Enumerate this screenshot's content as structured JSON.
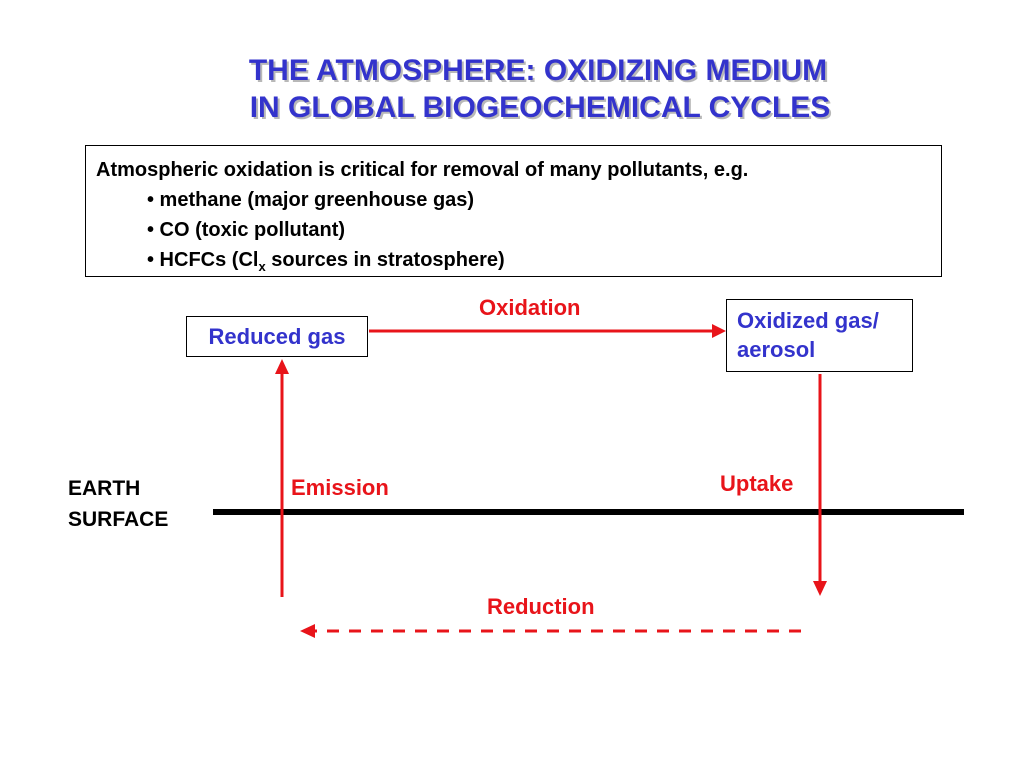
{
  "title": {
    "line1": "THE ATMOSPHERE: OXIDIZING MEDIUM",
    "line2": "IN GLOBAL BIOGEOCHEMICAL CYCLES"
  },
  "info": {
    "intro": "Atmospheric oxidation is critical for removal of many pollutants, e.g.",
    "bullets": [
      "• methane (major greenhouse gas)",
      "• CO (toxic pollutant)"
    ],
    "bullet3_prefix": "• HCFCs (Cl",
    "bullet3_sub": "x",
    "bullet3_suffix": " sources in stratosphere)"
  },
  "diagram": {
    "nodes": {
      "reduced": "Reduced gas",
      "oxidized_line1": "Oxidized gas/",
      "oxidized_line2": "aerosol"
    },
    "edges": {
      "oxidation": "Oxidation",
      "emission": "Emission",
      "uptake": "Uptake",
      "reduction": "Reduction"
    },
    "surface": {
      "line1": "EARTH",
      "line2": "SURFACE"
    }
  },
  "colors": {
    "title_blue": "#3333cc",
    "arrow_red": "#e8141a",
    "surface_black": "#000000"
  }
}
